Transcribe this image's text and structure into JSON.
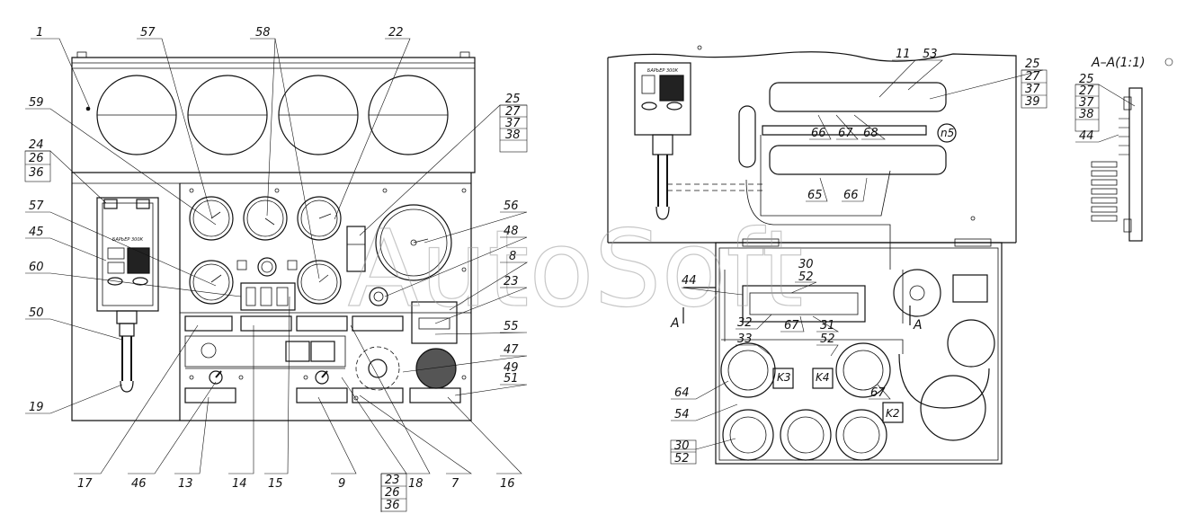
{
  "watermark": "AutoSoft",
  "section_title": "A–A(1:1)",
  "section_marks": [
    "A",
    "A"
  ],
  "device_label": "БАРЬЕР 300К",
  "callouts_left": [
    {
      "id": "c1",
      "text": "1"
    },
    {
      "id": "c57a",
      "text": "57"
    },
    {
      "id": "c58",
      "text": "58"
    },
    {
      "id": "c22",
      "text": "22"
    },
    {
      "id": "c59",
      "text": "59"
    },
    {
      "id": "c24",
      "text": "24"
    },
    {
      "id": "c26a",
      "text": "26"
    },
    {
      "id": "c36a",
      "text": "36"
    },
    {
      "id": "c57b",
      "text": "57"
    },
    {
      "id": "c45",
      "text": "45"
    },
    {
      "id": "c60",
      "text": "60"
    },
    {
      "id": "c50",
      "text": "50"
    },
    {
      "id": "c19",
      "text": "19"
    },
    {
      "id": "c25a",
      "text": "25"
    },
    {
      "id": "c27a",
      "text": "27"
    },
    {
      "id": "c37a",
      "text": "37"
    },
    {
      "id": "c38a",
      "text": "38"
    },
    {
      "id": "c56",
      "text": "56"
    },
    {
      "id": "c48",
      "text": "48"
    },
    {
      "id": "c8",
      "text": "8"
    },
    {
      "id": "c23a",
      "text": "23"
    },
    {
      "id": "c55",
      "text": "55"
    },
    {
      "id": "c47",
      "text": "47"
    },
    {
      "id": "c49",
      "text": "49"
    },
    {
      "id": "c51",
      "text": "51"
    },
    {
      "id": "c17",
      "text": "17"
    },
    {
      "id": "c46",
      "text": "46"
    },
    {
      "id": "c13",
      "text": "13"
    },
    {
      "id": "c14",
      "text": "14"
    },
    {
      "id": "c15",
      "text": "15"
    },
    {
      "id": "c9",
      "text": "9"
    },
    {
      "id": "c23b",
      "text": "23"
    },
    {
      "id": "c26b",
      "text": "26"
    },
    {
      "id": "c36b",
      "text": "36"
    },
    {
      "id": "c18",
      "text": "18"
    },
    {
      "id": "c7",
      "text": "7"
    },
    {
      "id": "c16",
      "text": "16"
    }
  ],
  "callouts_right": [
    {
      "id": "r11",
      "text": "11"
    },
    {
      "id": "r53",
      "text": "53"
    },
    {
      "id": "r25",
      "text": "25"
    },
    {
      "id": "r27",
      "text": "27"
    },
    {
      "id": "r37",
      "text": "37"
    },
    {
      "id": "r39",
      "text": "39"
    },
    {
      "id": "r66a",
      "text": "66"
    },
    {
      "id": "r67a",
      "text": "67"
    },
    {
      "id": "r68",
      "text": "68"
    },
    {
      "id": "rn5",
      "text": "n5"
    },
    {
      "id": "r65",
      "text": "65"
    },
    {
      "id": "r66b",
      "text": "66"
    },
    {
      "id": "r44",
      "text": "44"
    },
    {
      "id": "r30a",
      "text": "30"
    },
    {
      "id": "r52a",
      "text": "52"
    },
    {
      "id": "r32",
      "text": "32"
    },
    {
      "id": "r67b",
      "text": "67"
    },
    {
      "id": "r31",
      "text": "31"
    },
    {
      "id": "r33",
      "text": "33"
    },
    {
      "id": "r52b",
      "text": "52"
    },
    {
      "id": "rk3",
      "text": "K3"
    },
    {
      "id": "rk4",
      "text": "K4"
    },
    {
      "id": "r67c",
      "text": "67"
    },
    {
      "id": "rk2",
      "text": "K2"
    },
    {
      "id": "r64",
      "text": "64"
    },
    {
      "id": "r54",
      "text": "54"
    },
    {
      "id": "r30b",
      "text": "30"
    },
    {
      "id": "r52c",
      "text": "52"
    }
  ],
  "callouts_section": [
    {
      "id": "s25",
      "text": "25"
    },
    {
      "id": "s27",
      "text": "27"
    },
    {
      "id": "s37",
      "text": "37"
    },
    {
      "id": "s38",
      "text": "38"
    },
    {
      "id": "s44",
      "text": "44"
    }
  ]
}
